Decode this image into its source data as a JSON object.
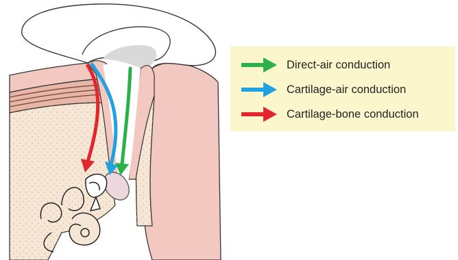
{
  "legend": {
    "items": [
      {
        "label": "Direct-air conduction",
        "color": "#2bb04a",
        "icon": "green-arrow"
      },
      {
        "label": "Cartilage-air conduction",
        "color": "#1fa2df",
        "icon": "blue-arrow"
      },
      {
        "label": "Cartilage-bone conduction",
        "color": "#e3262d",
        "icon": "red-arrow"
      }
    ]
  },
  "colors": {
    "skin": "#f3c8c0",
    "cartilage": "#f8e6dc",
    "bone": "#f5e6d5",
    "background": "#ffffff"
  }
}
